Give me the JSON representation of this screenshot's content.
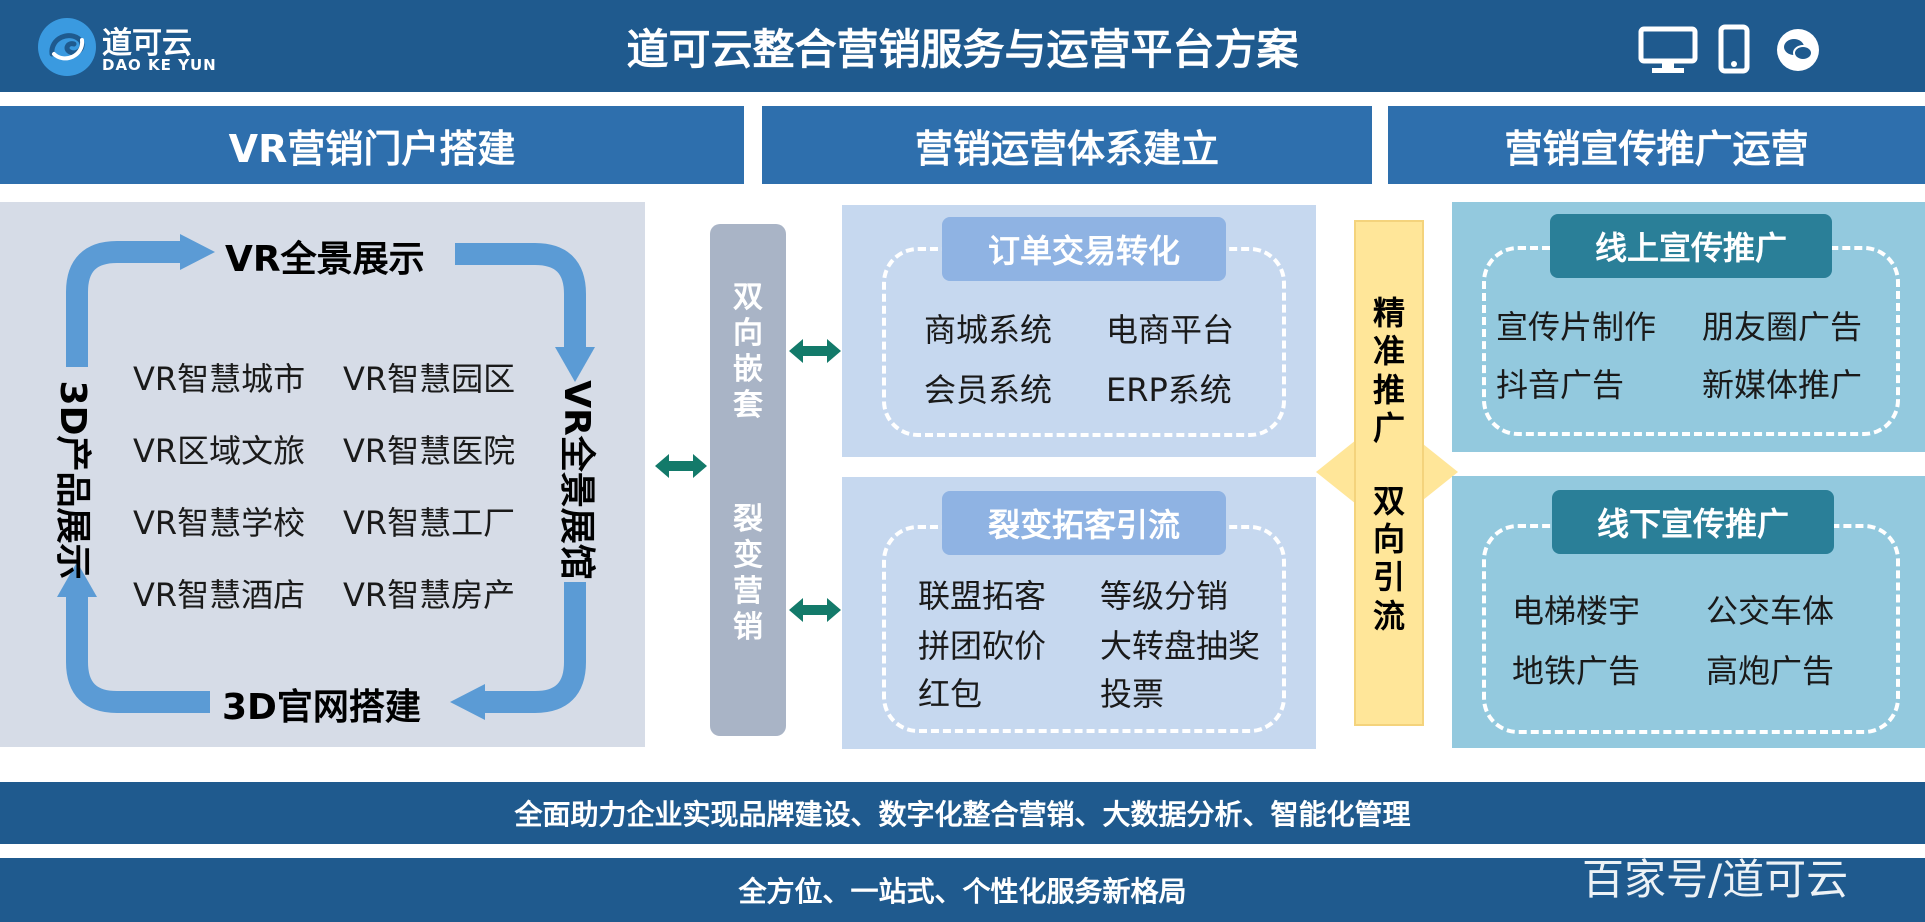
{
  "header": {
    "logo_text": "道可云",
    "logo_sub": "DAO KE YUN",
    "title": "道可云整合营销服务与运营平台方案",
    "icons": [
      "monitor-icon",
      "phone-icon",
      "wechat-icon"
    ]
  },
  "columns": {
    "left": "VR营销门户搭建",
    "middle": "营销运营体系建立",
    "right": "营销宣传推广运营"
  },
  "cycle": {
    "top": "VR全景展示",
    "right": "VR全景展馆",
    "bottom": "3D官网搭建",
    "left": "3D产品展示",
    "items": [
      "VR智慧城市",
      "VR智慧园区",
      "VR区域文旅",
      "VR智慧医院",
      "VR智慧学校",
      "VR智慧工厂",
      "VR智慧酒店",
      "VR智慧房产"
    ]
  },
  "middle_bar": {
    "chars_top": [
      "双",
      "向",
      "嵌",
      "套"
    ],
    "chars_bottom": [
      "裂",
      "变",
      "营",
      "销"
    ]
  },
  "order_box": {
    "title": "订单交易转化",
    "items": [
      "商城系统",
      "电商平台",
      "会员系统",
      "ERP系统"
    ]
  },
  "fission_box": {
    "title": "裂变拓客引流",
    "items": [
      "联盟拓客",
      "等级分销",
      "拼团砍价",
      "大转盘抽奖",
      "红包",
      "投票"
    ]
  },
  "precision_bar": {
    "chars_top": [
      "精",
      "准",
      "推",
      "广"
    ],
    "chars_bottom": [
      "双",
      "向",
      "引",
      "流"
    ]
  },
  "online_box": {
    "title": "线上宣传推广",
    "items": [
      "宣传片制作",
      "朋友圈广告",
      "抖音广告",
      "新媒体推广"
    ]
  },
  "offline_box": {
    "title": "线下宣传推广",
    "items": [
      "电梯楼宇",
      "公交车体",
      "地铁广告",
      "高炮广告"
    ]
  },
  "footer": {
    "line1": "全面助力企业实现品牌建设、数字化整合营销、大数据分析、智能化管理",
    "line2": "全方位、一站式、个性化服务新格局",
    "watermark": "百家号/道可云"
  },
  "colors": {
    "dark_blue": "#1f5a8e",
    "header_blue": "#2e6fad",
    "grey_panel": "#d6dce7",
    "light_blue_panel": "#c6d8ef",
    "cyan_panel": "#93c9de",
    "arrow_blue": "#5b9bd5",
    "teal_arrow": "#137a6a",
    "yellow_bar": "#ffe699",
    "teal_pill": "#2a7f98"
  }
}
